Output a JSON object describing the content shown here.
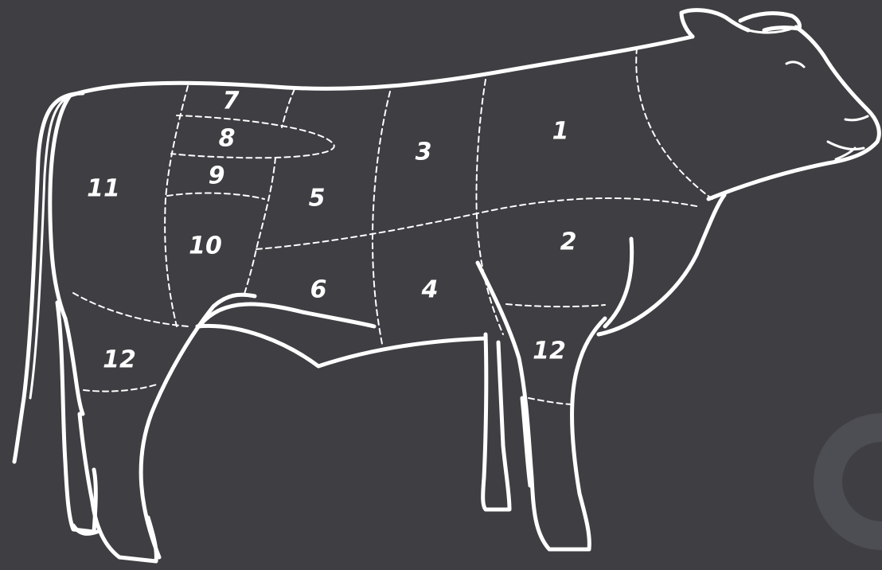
{
  "diagram": {
    "cuts": [
      {
        "id": "1",
        "label": "1"
      },
      {
        "id": "2",
        "label": "2"
      },
      {
        "id": "3",
        "label": "3"
      },
      {
        "id": "4",
        "label": "4"
      },
      {
        "id": "5",
        "label": "5"
      },
      {
        "id": "6",
        "label": "6"
      },
      {
        "id": "7",
        "label": "7"
      },
      {
        "id": "8",
        "label": "8"
      },
      {
        "id": "9",
        "label": "9"
      },
      {
        "id": "10",
        "label": "10"
      },
      {
        "id": "11",
        "label": "11"
      },
      {
        "id": "12-hind",
        "label": "12"
      },
      {
        "id": "12-fore",
        "label": "12"
      }
    ],
    "colors": {
      "background": "#3e3e43",
      "lines": "#ffffff",
      "corner_ring": "#4d4e53"
    }
  }
}
